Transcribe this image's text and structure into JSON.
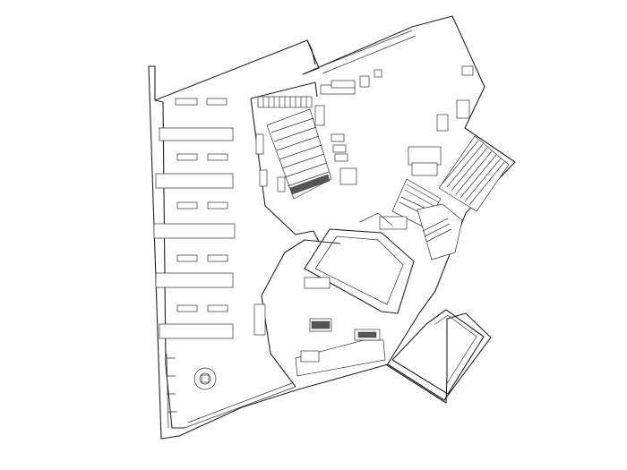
{
  "diagram": {
    "kind": "architectural floor plan",
    "colors": {
      "background": "#ffffff",
      "line": "#222222"
    },
    "rooms": [
      {
        "id": "parking-hall"
      },
      {
        "id": "dining-hall"
      },
      {
        "id": "north-corridor"
      },
      {
        "id": "stair-block"
      },
      {
        "id": "lecture-room"
      },
      {
        "id": "central-hall"
      },
      {
        "id": "pool-room"
      },
      {
        "id": "south-lounge"
      },
      {
        "id": "east-annex"
      }
    ]
  }
}
